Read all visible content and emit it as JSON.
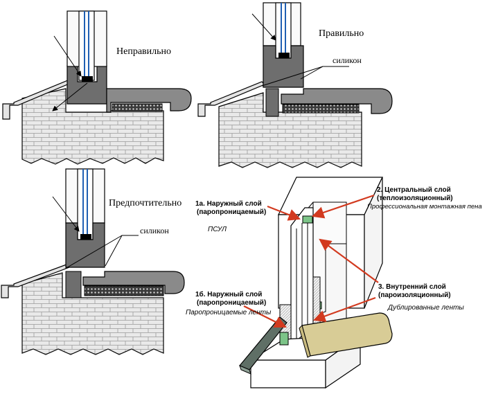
{
  "colors": {
    "wall": "#e9e9e9",
    "brick_line": "#9a9a9a",
    "frame": "#6e6e6e",
    "sill": "#8a8a8a",
    "foam": "#7cc488",
    "wood_sill": "#d8cc96",
    "arrow_red": "#d23a1f",
    "glass_blue": "#1f5fb3"
  },
  "labels": {
    "wrong": "Неправильно",
    "right": "Правильно",
    "preferred": "Предпочтительно",
    "silicone_right": "силикон",
    "silicone_pref": "силикон"
  },
  "layers": {
    "outer_1a_title_1": "1а. Наружный слой",
    "outer_1a_title_2": "(паропроницаемый)",
    "outer_1a_note": "ПСУЛ",
    "central_title_1": "2. Центральный слой",
    "central_title_2": "(теплоизоляционный)",
    "central_note": "Профессиональная монтажная пена",
    "outer_1b_title_1": "1б. Наружный слой",
    "outer_1b_title_2": "(паропроницаемый)",
    "outer_1b_note": "Паропроницаемые ленты",
    "inner_title_1": "3. Внутренний слой",
    "inner_title_2": "(пароизоляционный)",
    "inner_note": "Дублированные ленты"
  }
}
